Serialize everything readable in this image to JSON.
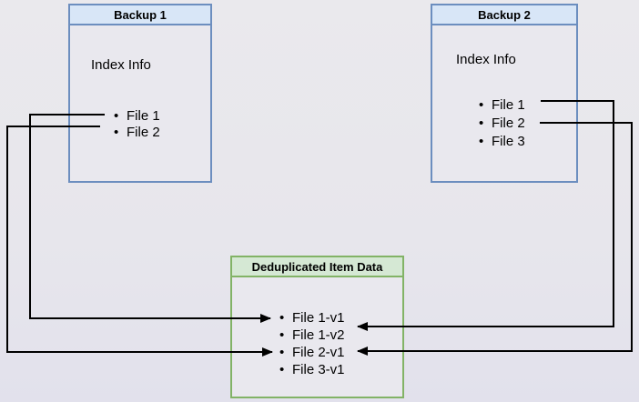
{
  "diagram": {
    "backup1": {
      "title": "Backup 1",
      "subtitle": "Index Info",
      "files": [
        "File 1",
        "File 2"
      ]
    },
    "backup2": {
      "title": "Backup 2",
      "subtitle": "Index Info",
      "files": [
        "File 1",
        "File 2",
        "File 3"
      ]
    },
    "dedup": {
      "title": "Deduplicated Item Data",
      "files": [
        "File 1-v1",
        "File 1-v2",
        "File 2-v1",
        "File 3-v1"
      ]
    },
    "connections": [
      {
        "from": "Backup 1 / File 1",
        "to": "File 1-v1",
        "side": "left"
      },
      {
        "from": "Backup 1 / File 2",
        "to": "File 2-v1",
        "side": "left"
      },
      {
        "from": "Backup 2 / File 1",
        "to": "File 1-v2",
        "side": "right"
      },
      {
        "from": "Backup 2 / File 2",
        "to": "File 2-v1",
        "side": "right"
      }
    ],
    "colors": {
      "background": "#e7e6ec",
      "box_fill": "#e9e8ee",
      "blue_header_fill": "#d8e6f7",
      "blue_border": "#6c8ebf",
      "green_header_fill": "#d5e8d4",
      "green_border": "#82b366",
      "arrow": "#000000",
      "text": "#000000"
    }
  }
}
